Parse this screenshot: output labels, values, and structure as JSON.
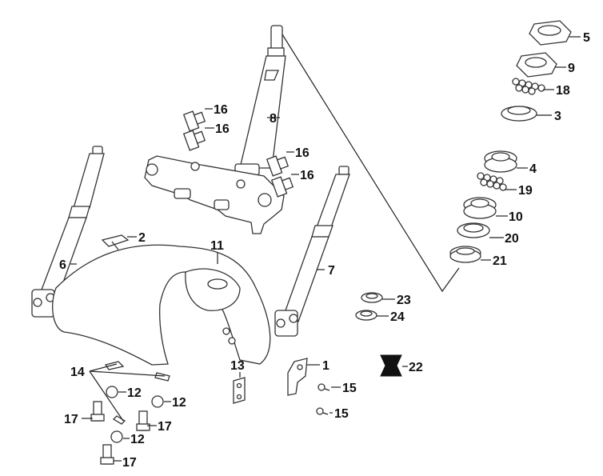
{
  "callouts": [
    {
      "id": "c1",
      "text": "1"
    },
    {
      "id": "c2",
      "text": "2"
    },
    {
      "id": "c3",
      "text": "3"
    },
    {
      "id": "c4",
      "text": "4"
    },
    {
      "id": "c5",
      "text": "5"
    },
    {
      "id": "c6",
      "text": "6"
    },
    {
      "id": "c7",
      "text": "7"
    },
    {
      "id": "c8",
      "text": "8"
    },
    {
      "id": "c9",
      "text": "9"
    },
    {
      "id": "c10",
      "text": "10"
    },
    {
      "id": "c11",
      "text": "11"
    },
    {
      "id": "c12a",
      "text": "12"
    },
    {
      "id": "c12b",
      "text": "12"
    },
    {
      "id": "c12c",
      "text": "12"
    },
    {
      "id": "c13",
      "text": "13"
    },
    {
      "id": "c14",
      "text": "14"
    },
    {
      "id": "c15a",
      "text": "15"
    },
    {
      "id": "c15b",
      "text": "15"
    },
    {
      "id": "c16a",
      "text": "16"
    },
    {
      "id": "c16b",
      "text": "16"
    },
    {
      "id": "c16c",
      "text": "16"
    },
    {
      "id": "c16d",
      "text": "16"
    },
    {
      "id": "c17a",
      "text": "17"
    },
    {
      "id": "c17b",
      "text": "17"
    },
    {
      "id": "c17c",
      "text": "17"
    },
    {
      "id": "c18",
      "text": "18"
    },
    {
      "id": "c19",
      "text": "19"
    },
    {
      "id": "c20",
      "text": "20"
    },
    {
      "id": "c21",
      "text": "21"
    },
    {
      "id": "c22",
      "text": "22"
    },
    {
      "id": "c23",
      "text": "23"
    },
    {
      "id": "c24",
      "text": "24"
    }
  ]
}
